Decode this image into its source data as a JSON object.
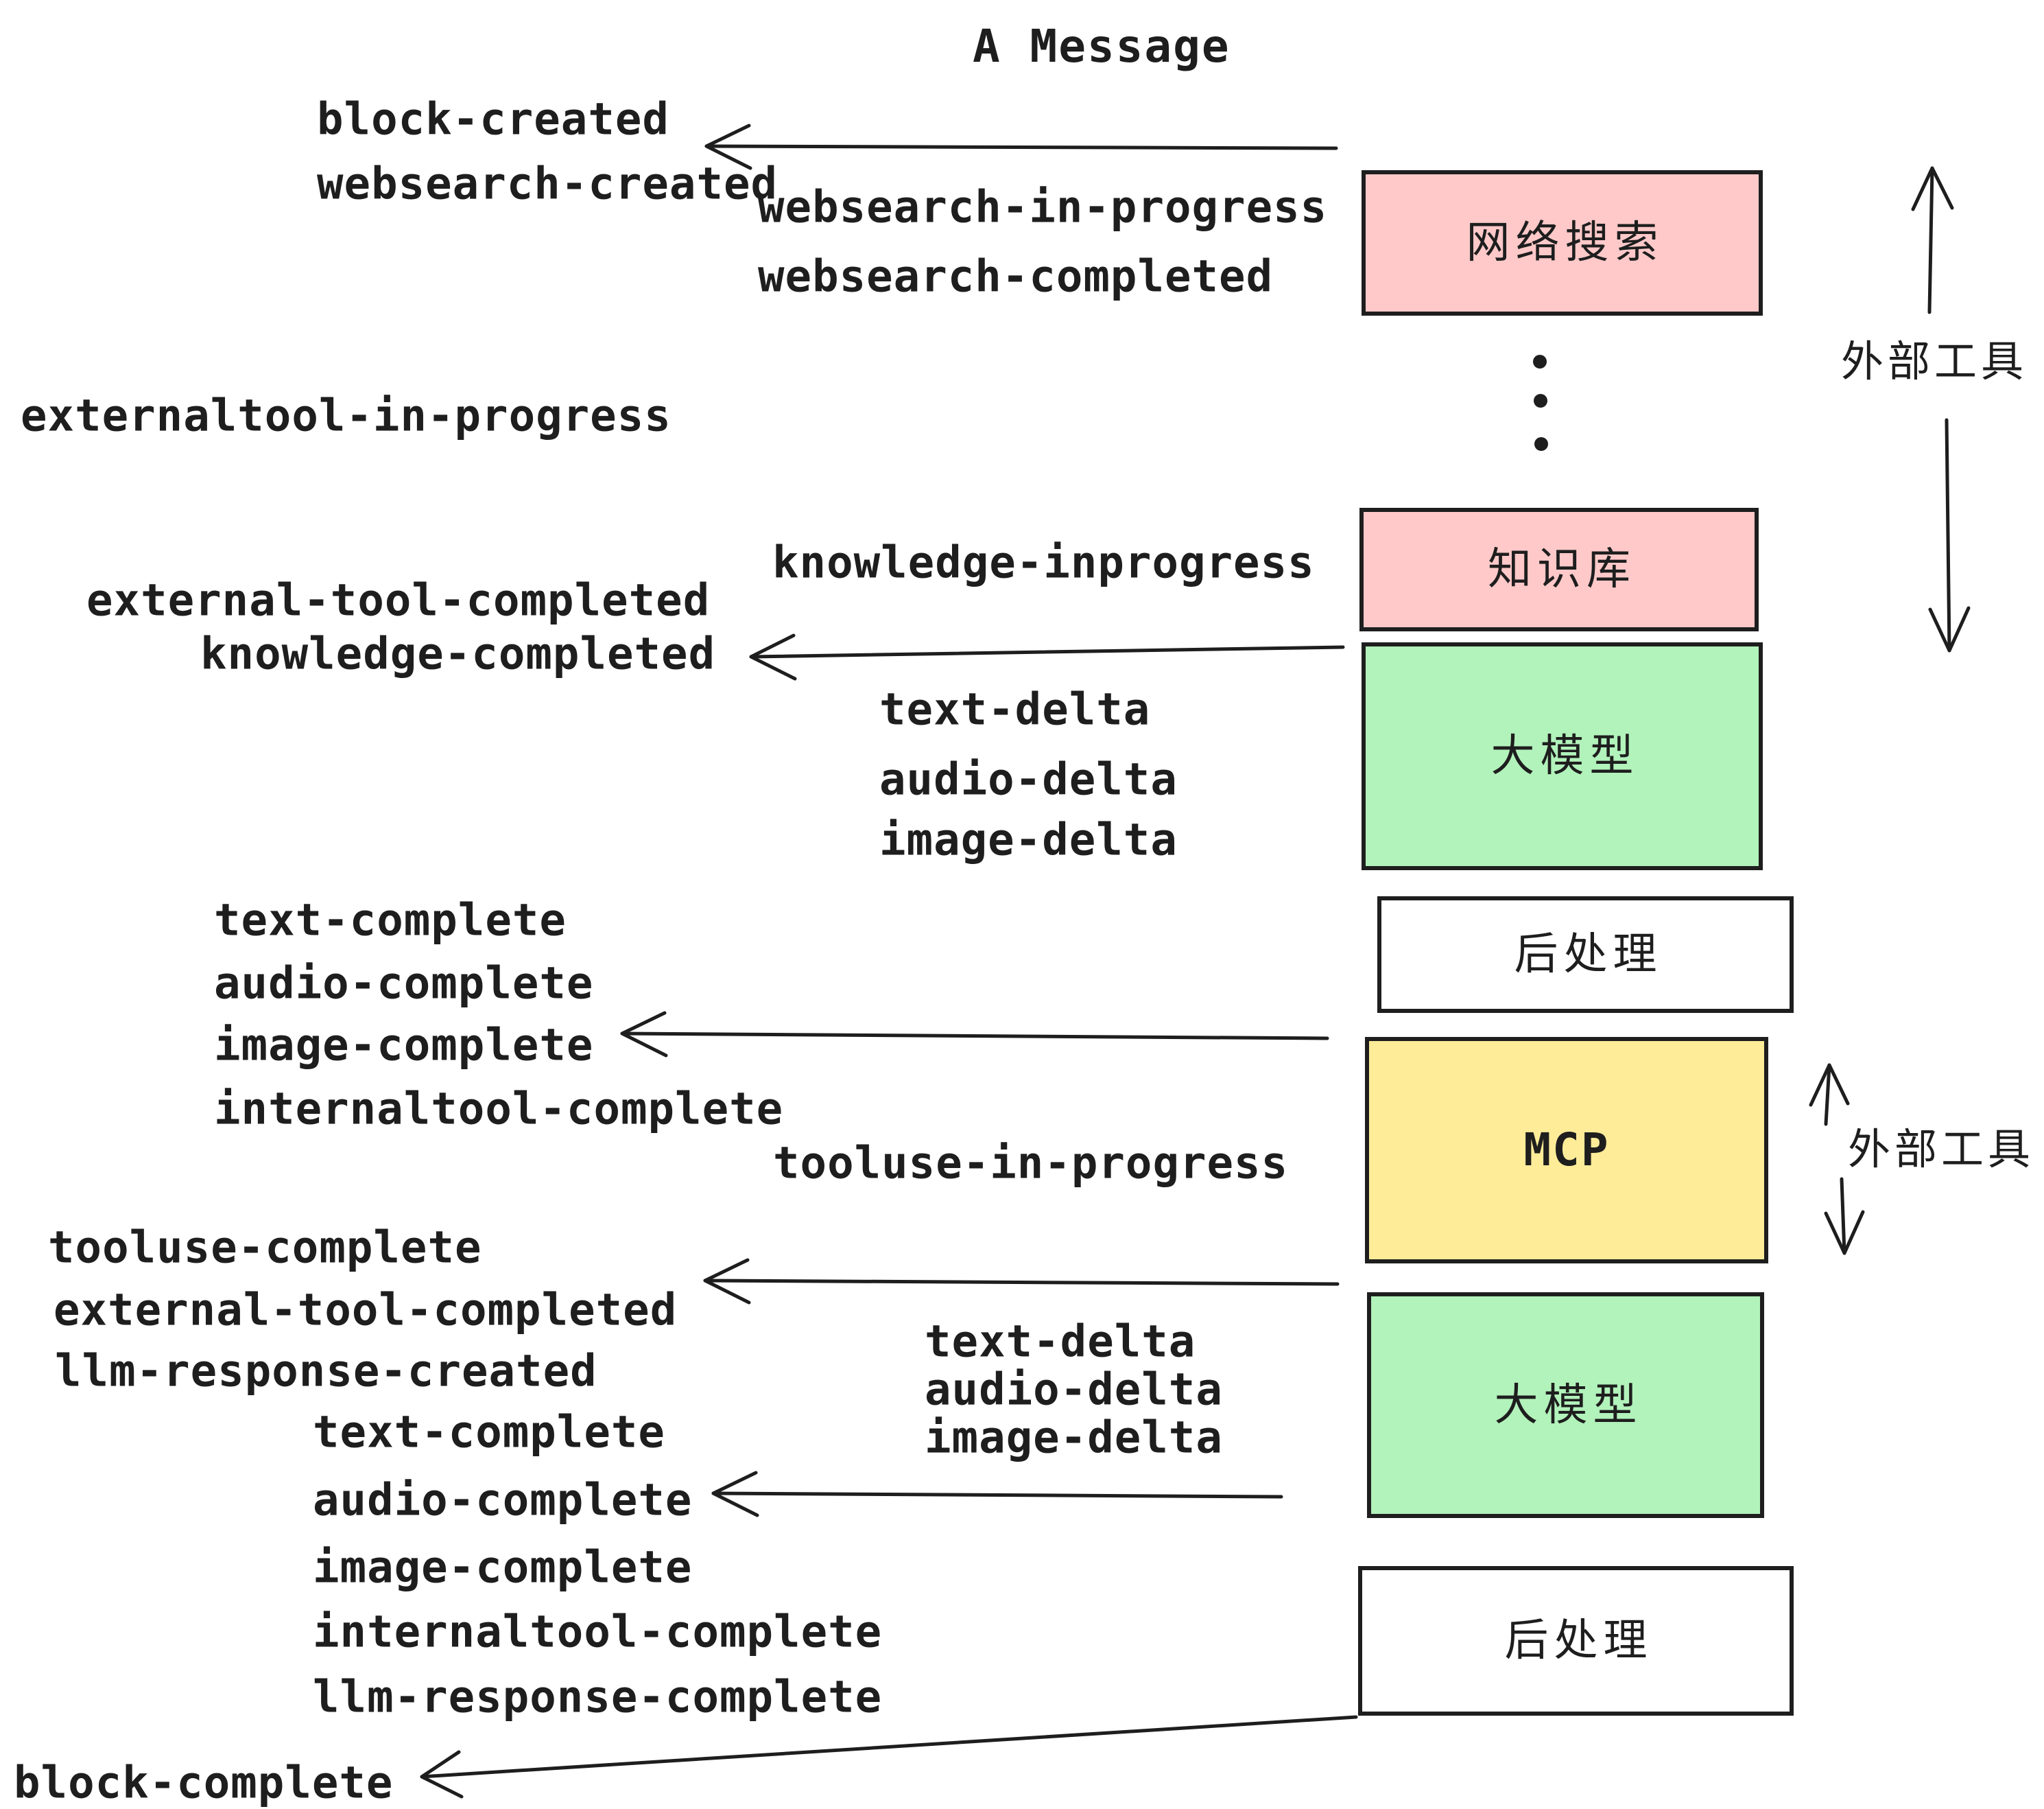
{
  "title": "A Message",
  "colors": {
    "stroke": "#1e1e1e",
    "external_tool_box": "#ffc9c9",
    "llm_box": "#b2f2bb",
    "mcp_box": "#ffec99",
    "post_process_box": "#ffffff"
  },
  "boxes": [
    {
      "id": "websearch",
      "label": "网络搜索",
      "fill": "pink"
    },
    {
      "id": "knowledge",
      "label": "知识库",
      "fill": "pink"
    },
    {
      "id": "llm-1",
      "label": "大模型",
      "fill": "green"
    },
    {
      "id": "post-process-1",
      "label": "后处理",
      "fill": "white"
    },
    {
      "id": "mcp",
      "label": "MCP",
      "fill": "yellow"
    },
    {
      "id": "llm-2",
      "label": "大模型",
      "fill": "green"
    },
    {
      "id": "post-process-2",
      "label": "后处理",
      "fill": "white"
    }
  ],
  "side_labels": [
    {
      "text": "外部工具"
    },
    {
      "text": "外部工具"
    }
  ],
  "vertical_dots_count": 3,
  "events": [
    {
      "text": "block-created"
    },
    {
      "text": "websearch-created"
    },
    {
      "text": "websearch-in-progress"
    },
    {
      "text": "websearch-completed"
    },
    {
      "text": "externaltool-in-progress"
    },
    {
      "text": "knowledge-inprogress"
    },
    {
      "text": "external-tool-completed"
    },
    {
      "text": "knowledge-completed"
    },
    {
      "text": "text-delta"
    },
    {
      "text": "audio-delta"
    },
    {
      "text": "image-delta"
    },
    {
      "text": "text-complete"
    },
    {
      "text": "audio-complete"
    },
    {
      "text": "image-complete"
    },
    {
      "text": "internaltool-complete"
    },
    {
      "text": "tooluse-in-progress"
    },
    {
      "text": "tooluse-complete"
    },
    {
      "text": "external-tool-completed"
    },
    {
      "text": "llm-response-created"
    },
    {
      "text": "text-delta"
    },
    {
      "text": "audio-delta"
    },
    {
      "text": "image-delta"
    },
    {
      "text": "text-complete"
    },
    {
      "text": "audio-complete"
    },
    {
      "text": "image-complete"
    },
    {
      "text": "internaltool-complete"
    },
    {
      "text": "llm-response-complete"
    },
    {
      "text": "block-complete"
    }
  ]
}
